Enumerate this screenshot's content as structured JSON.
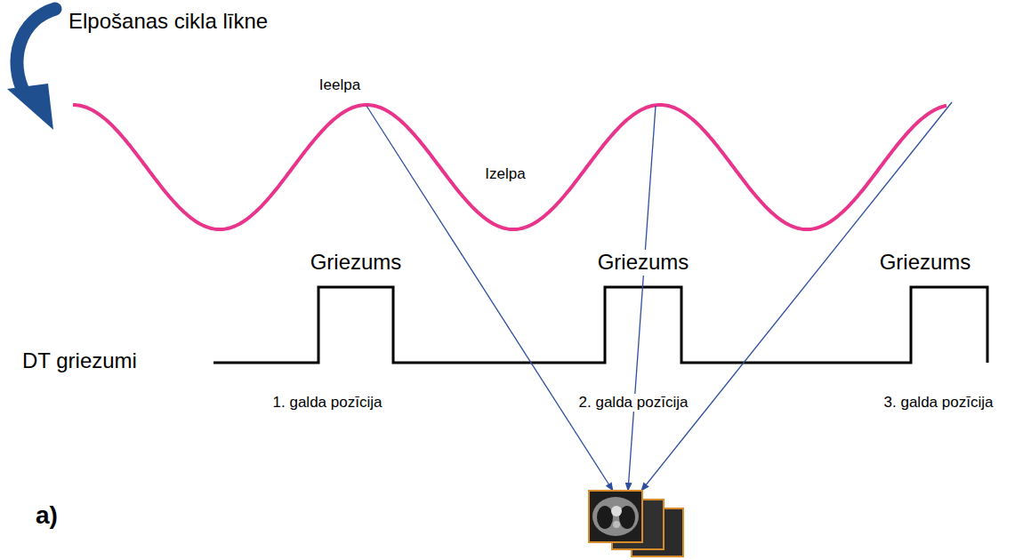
{
  "diagram": {
    "labels": [
      "Elpošanas cikla līkne",
      "Ieelpa",
      "Izelpa",
      "Griezums",
      "Griezums",
      "Griezums",
      "DT griezumi",
      "1. galda pozīcija",
      "2. galda pozīcija",
      "3. galda pozīcija",
      "a)"
    ]
  }
}
